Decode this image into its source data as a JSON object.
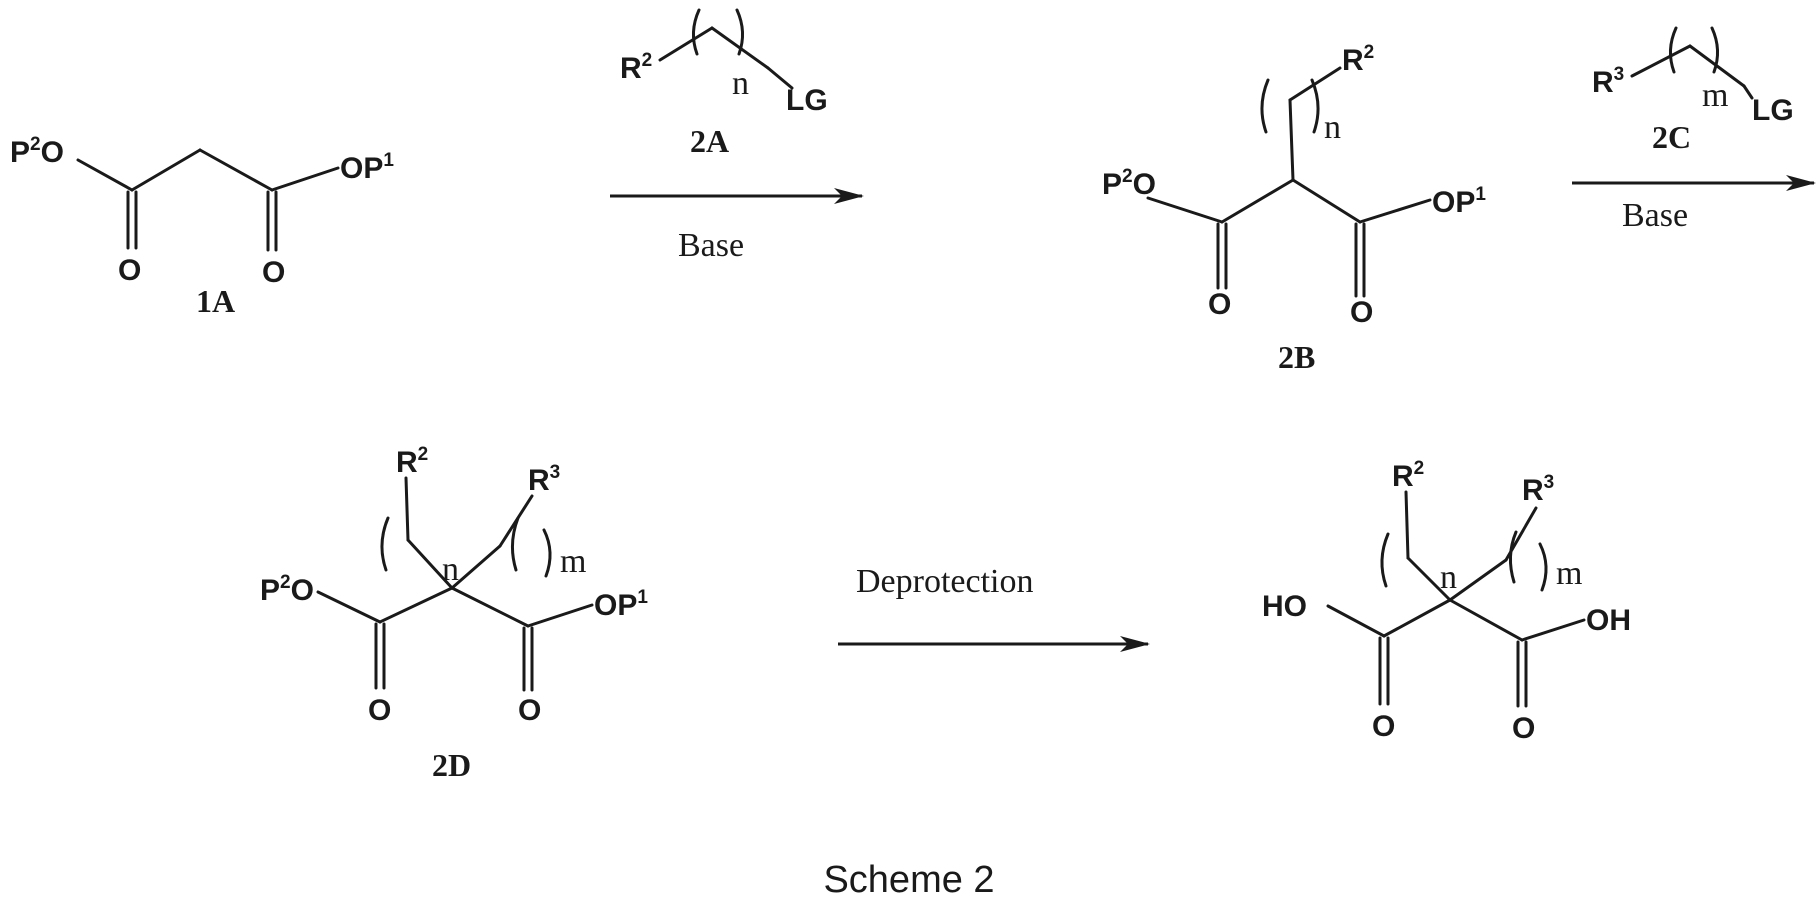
{
  "scheme": {
    "caption": "Scheme 2",
    "atoms": {
      "p": "P",
      "o": "O",
      "op": "OP",
      "r": "R",
      "lg": "LG",
      "ho": "HO",
      "oh": "OH",
      "sup1": "1",
      "sup2": "2",
      "sup3": "3",
      "n": "n",
      "m": "m"
    },
    "compounds": {
      "c1a": "1A",
      "c2a": "2A",
      "c2b": "2B",
      "c2c": "2C",
      "c2d": "2D"
    },
    "arrows": {
      "step1": "Base",
      "step2": "Base",
      "step3": "Deprotection"
    },
    "colors": {
      "ink": "#1a1a1a",
      "background": "#ffffff"
    }
  }
}
